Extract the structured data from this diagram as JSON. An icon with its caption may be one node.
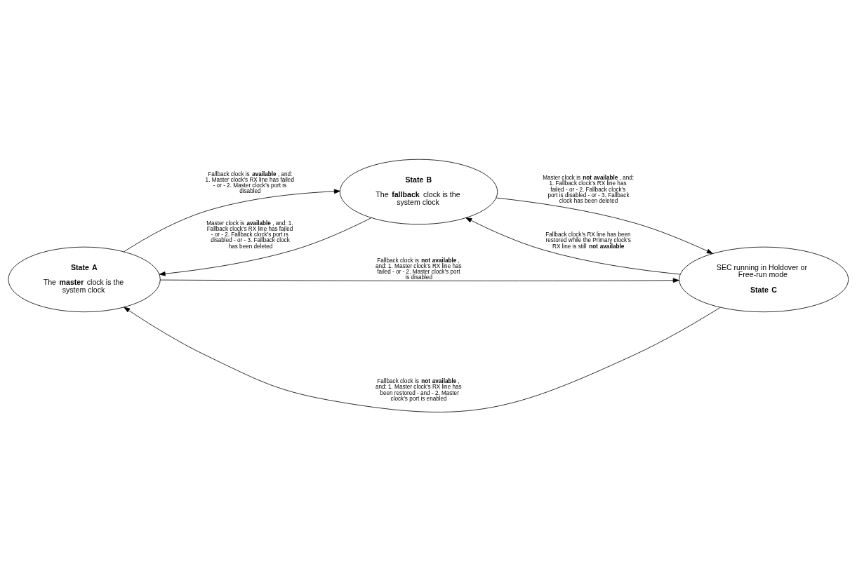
{
  "diagram": {
    "nodes": [
      {
        "text": [
          "State A",
          "The **master** clock is the system clock"
        ]
      },
      {
        "text": [
          "State B",
          "The **fallback** clock is the system clock"
        ]
      },
      {
        "text": [
          "SEC running in Holdover or Free-run mode",
          "State C"
        ]
      }
    ],
    "edges": [
      {
        "from": 1,
        "to": 0,
        "arrow": "to",
        "label": "Master clock is **available**, and: 1. Fallback clock’s RX line has failed - or - 2. Fallback clock’s port is disabled - or - 3. Fallback clock has been deleted"
      },
      {
        "from": 0,
        "to": 1,
        "arrow": "to",
        "label": "Fallback clock is **available**, and: 1. Master clock’s RX line has failed - or - 2. Master clock’s port is disabled"
      },
      {
        "from": 2,
        "to": 0,
        "arrow": "to",
        "label": "Fallback clock is **not available**, and: 1. Master clock’s RX line has been restored - and - 2. Master clock’s port is enabled"
      },
      {
        "from": 0,
        "to": 2,
        "arrow": "to",
        "label": "Fallback clock is **not available**, and: 1. Master clock’s RX line has failed - or - 2. Master clock’s port is disabled"
      },
      {
        "from": 2,
        "to": 1,
        "arrow": "to",
        "label": "Fallback clock’s RX line has been restored while the Primary clock’s RX line is still **not available**"
      },
      {
        "from": 1,
        "to": 2,
        "arrow": "to",
        "label": "Master clock is **not available**, and: 1. Fallback clock’s RX line has failed - or - 2. Fallback clock’s port is disabled - or - 3. Fallback clock has been deleted"
      }
    ]
  }
}
